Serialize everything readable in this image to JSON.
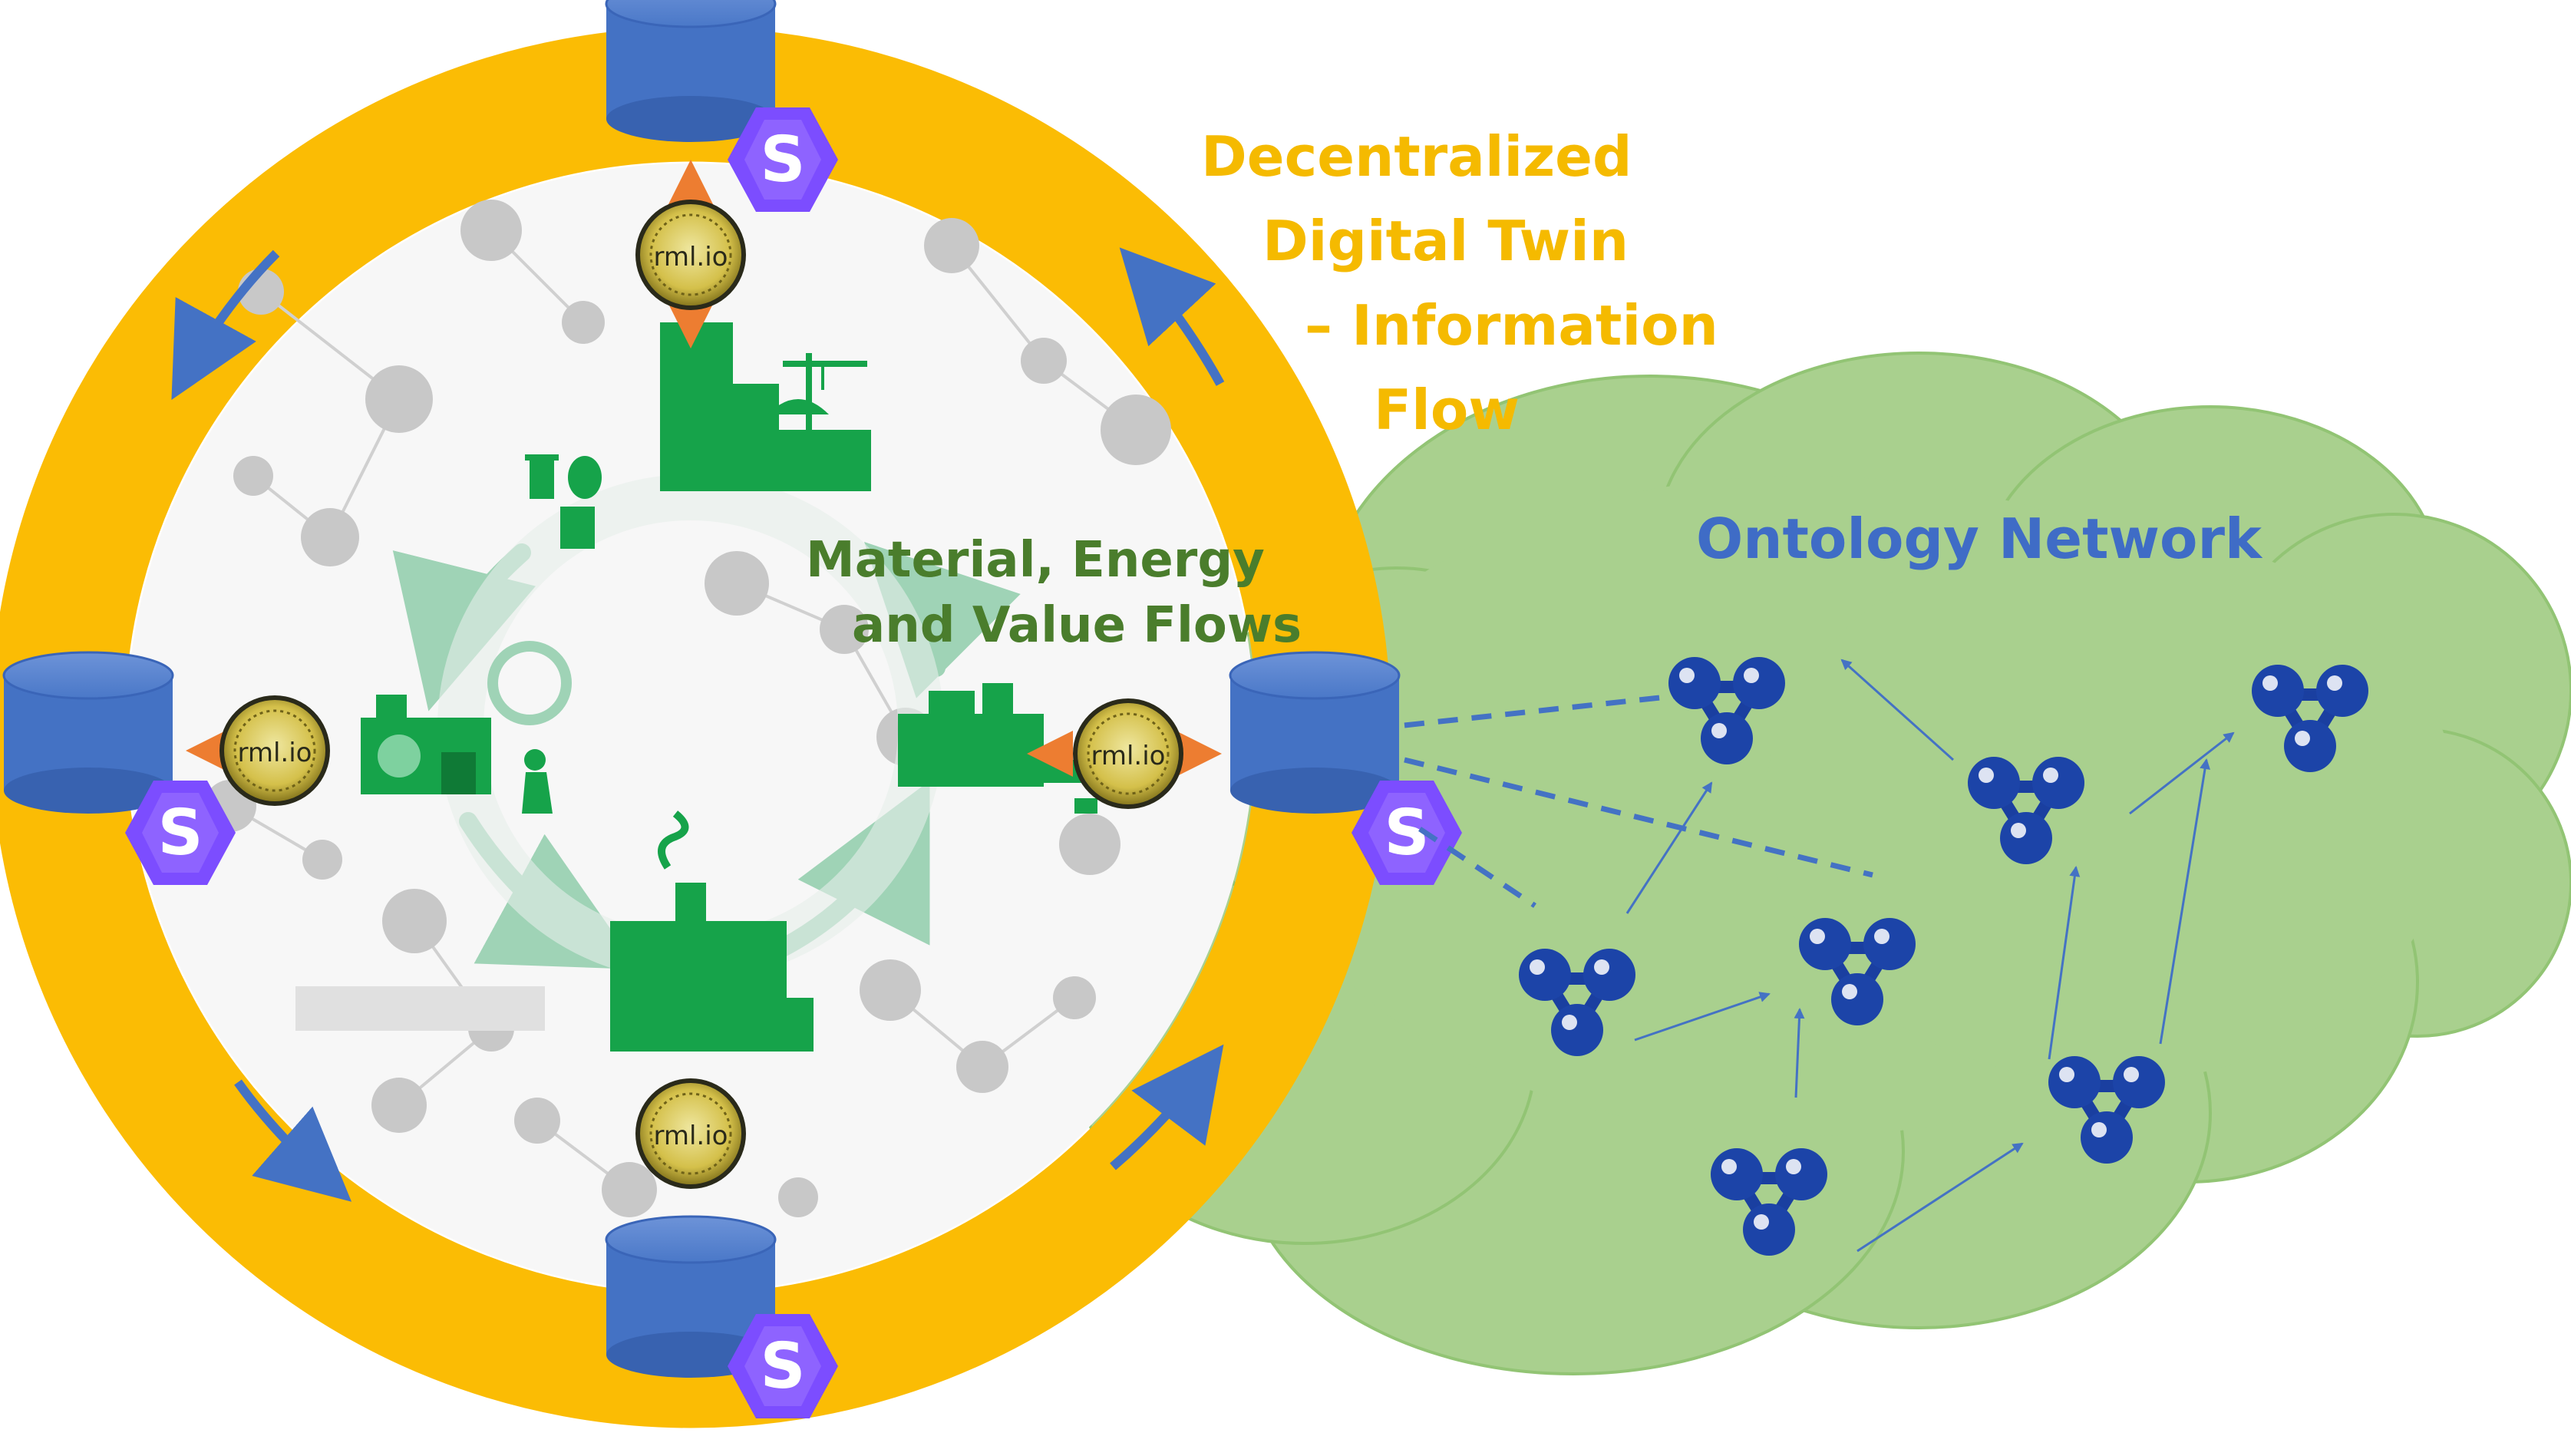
{
  "title": {
    "line1": "Decentralized",
    "line2": "Digital Twin",
    "line3": "– Information",
    "line4": "Flow"
  },
  "flows_label": {
    "line1": "Material, Energy",
    "line2": "and Value Flows"
  },
  "cloud_label": "Ontology Network",
  "rml_badge_text": "rml.io",
  "solid_badge_text": "S",
  "colors": {
    "ring": "#fbbc04",
    "database": "#4472c4",
    "solid_badge": "#7c4dff",
    "cloud": "#a9d08e",
    "ontology_node": "#1a3fa0",
    "title_text": "#f5ba00",
    "flows_text": "#4a7d2c",
    "cloud_text": "#3f6cc6",
    "facility_icons": "#16a34a",
    "rml_coin": "#d4c04a",
    "output_arrows": "#ed7d31"
  },
  "icons": [
    "database-icon",
    "solid-badge-icon",
    "rml-coin-icon",
    "factory-icon",
    "city-icon",
    "recycling-icon",
    "ontology-node-icon"
  ]
}
